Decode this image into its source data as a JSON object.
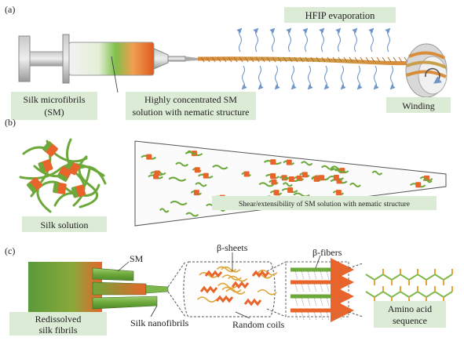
{
  "panels": {
    "a": {
      "letter": "(a)",
      "evaporation_label": "HFIP evaporation",
      "microfibrils_label_line1": "Silk microfibrils",
      "microfibrils_label_line2": "(SM)",
      "solution_label_line1": "Highly concentrated SM",
      "solution_label_line2": "solution with nematic structure",
      "winding_label": "Winding"
    },
    "b": {
      "letter": "(b)",
      "silk_solution_label": "Silk solution",
      "shear_label": "Shear/extensibility of SM solution with nematic structure"
    },
    "c": {
      "letter": "(c)",
      "sm_label": "SM",
      "beta_sheets_label": "β-sheets",
      "beta_fibers_label": "β-fibers",
      "redissolved_line1": "Redissolved",
      "redissolved_line2": "silk fibrils",
      "nanofibrils_label": "Silk nanofibrils",
      "random_coils_label": "Random coils",
      "amino_line1": "Amino acid",
      "amino_line2": "sequence"
    }
  },
  "colors": {
    "label_background": "#dcebd6",
    "silk_green": "#6da83a",
    "silk_orange": "#e8642a",
    "arrow_blue": "#6f95c9",
    "amino_orange": "#e8a23a"
  }
}
